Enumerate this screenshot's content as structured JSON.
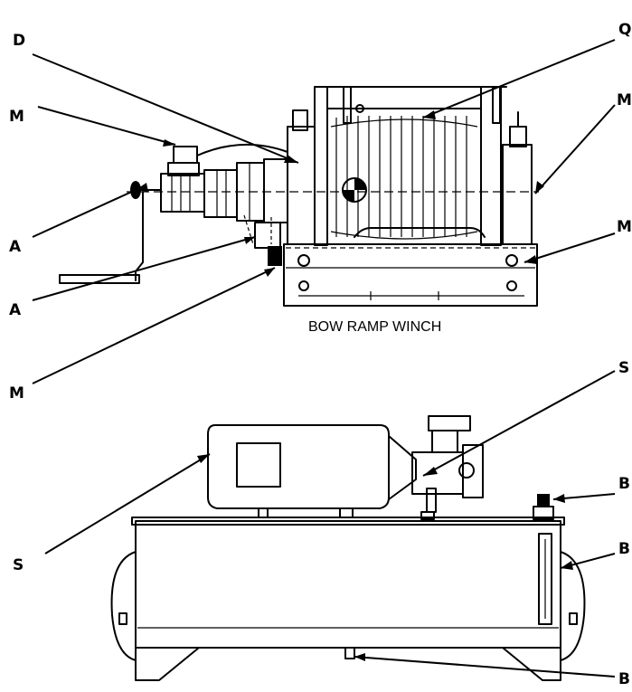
{
  "figure": {
    "top_caption": "BOW RAMP WINCH"
  },
  "callouts": {
    "winch_d": "D",
    "winch_q": "Q",
    "winch_m_upper_left": "M",
    "winch_m_right_upper": "M",
    "winch_m_right_lower": "M",
    "winch_a_upper": "A",
    "winch_a_lower": "A",
    "winch_m_lower_left": "M",
    "hpu_s_right": "S",
    "hpu_s_left": "S",
    "hpu_b_top": "B",
    "hpu_b_middle": "B",
    "hpu_b_bottom": "B"
  }
}
